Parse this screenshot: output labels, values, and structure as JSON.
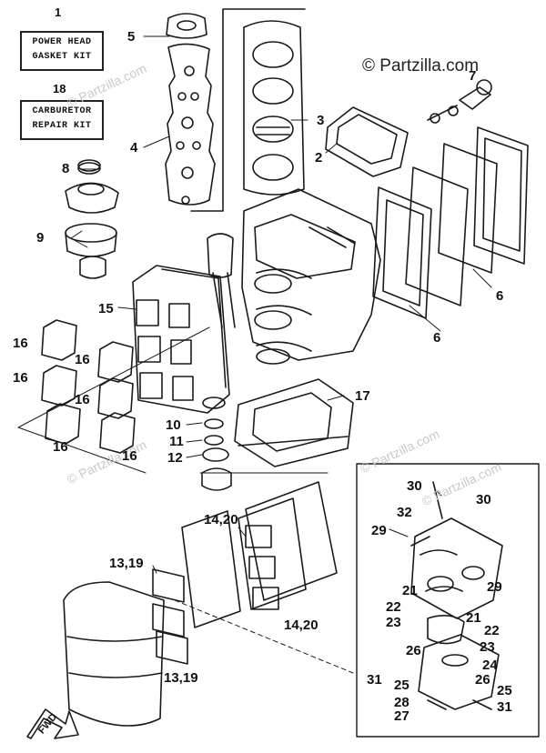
{
  "watermark": {
    "main": "© Partzilla.com",
    "faint": [
      "© Partzilla.com",
      "© Partzilla.com",
      "© Partzilla.com",
      "© Partzilla.com"
    ]
  },
  "kits": [
    {
      "number": "1",
      "line1": "POWER HEAD",
      "line2": "GASKET KIT"
    },
    {
      "number": "18",
      "line1": "CARBURETOR",
      "line2": "REPAIR KIT"
    }
  ],
  "callouts": [
    "5",
    "4",
    "3",
    "2",
    "7",
    "8",
    "9",
    "6",
    "6",
    "15",
    "16",
    "16",
    "16",
    "16",
    "16",
    "16",
    "17",
    "10",
    "11",
    "12",
    "14,20",
    "13,19",
    "14,20",
    "13,19",
    "30",
    "30",
    "32",
    "29",
    "29",
    "21",
    "22",
    "21",
    "23",
    "22",
    "23",
    "26",
    "24",
    "31",
    "25",
    "26",
    "25",
    "28",
    "27",
    "31"
  ],
  "fwd_label": "FWD"
}
